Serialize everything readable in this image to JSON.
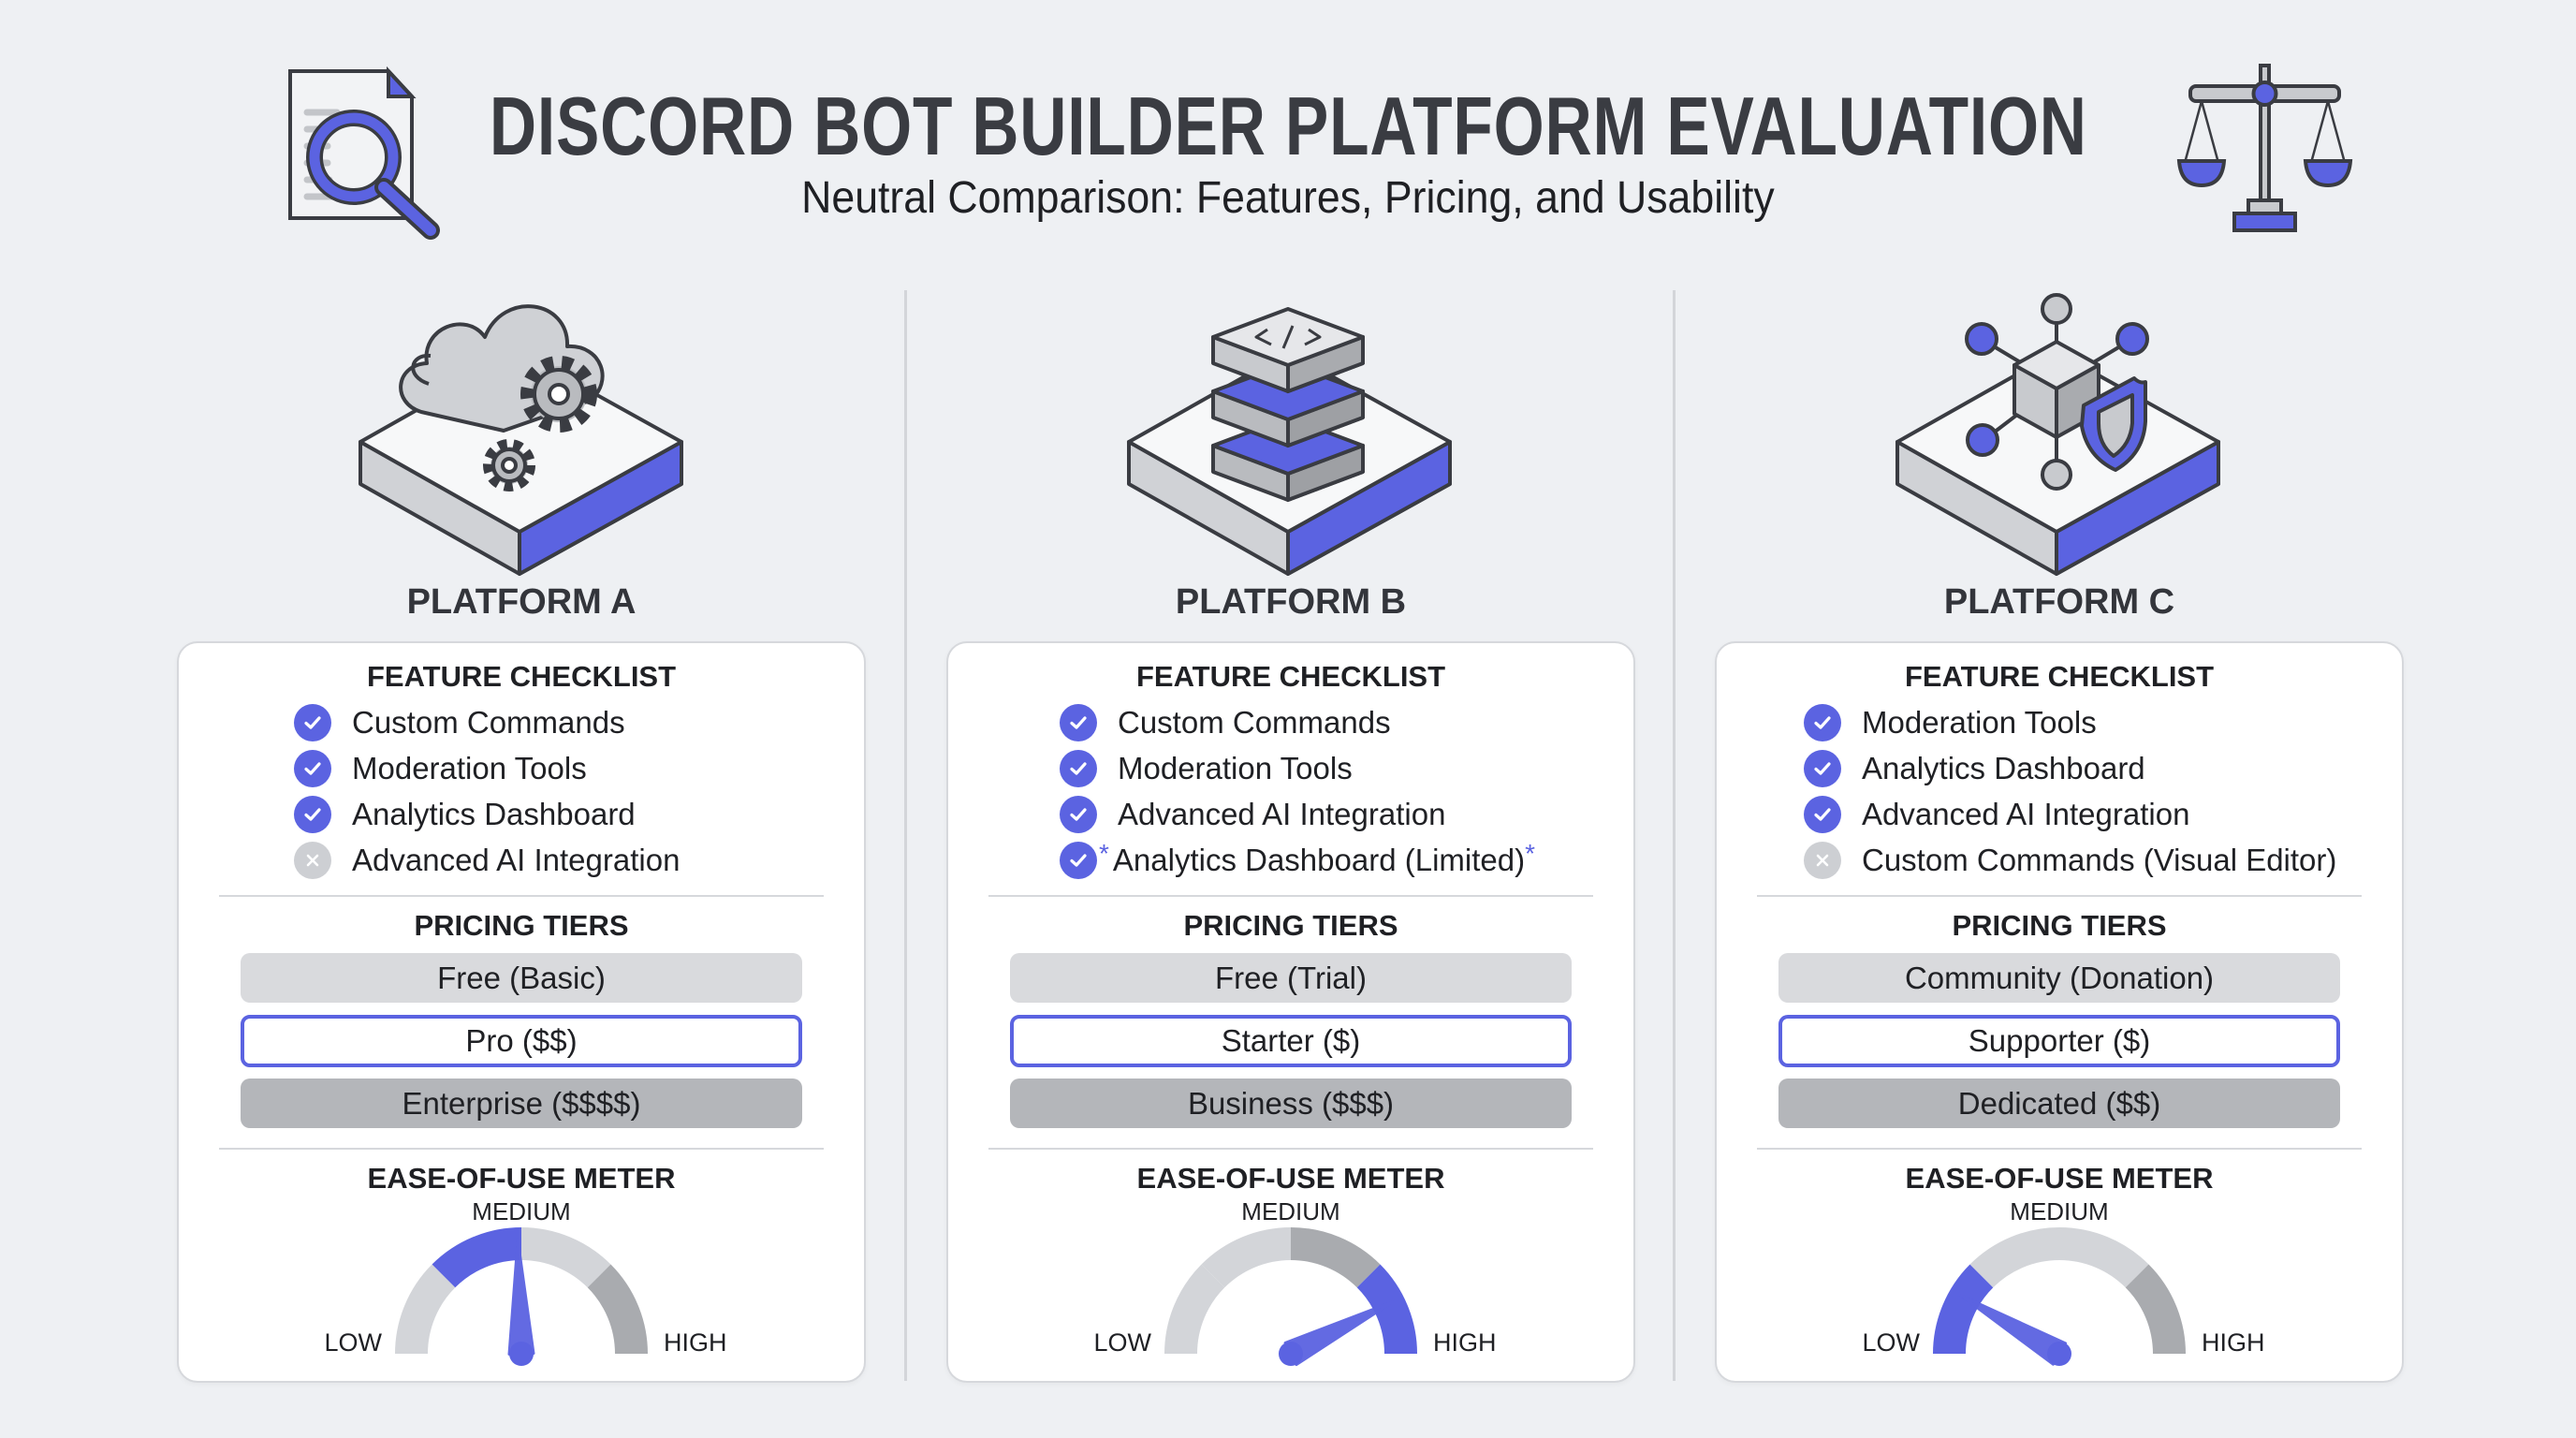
{
  "header": {
    "title": "DISCORD BOT BUILDER PLATFORM EVALUATION",
    "subtitle": "Neutral Comparison: Features, Pricing, and Usability",
    "left_icon": "document-search-icon",
    "right_icon": "balance-scale-icon"
  },
  "colors": {
    "accent": "#5b63e1",
    "light": "#d3d5d9",
    "dark": "#a9abaf",
    "text": "#1f2024"
  },
  "labels": {
    "feature_checklist": "FEATURE CHECKLIST",
    "pricing_tiers": "PRICING TIERS",
    "ease_meter": "EASE-OF-USE METER",
    "medium": "MEDIUM",
    "low": "LOW",
    "high": "HIGH"
  },
  "platforms": [
    {
      "name": "PLATFORM A",
      "illustration": "cloud-gears-icon",
      "features": [
        {
          "label": "Custom Commands",
          "included": true
        },
        {
          "label": "Moderation Tools",
          "included": true
        },
        {
          "label": "Analytics Dashboard",
          "included": true
        },
        {
          "label": "Advanced AI Integration",
          "included": false
        }
      ],
      "tiers": [
        "Free (Basic)",
        "Pro ($$)",
        "Enterprise ($$$$)"
      ],
      "highlighted_tier": 1,
      "ease": {
        "value": 0.49,
        "segments": [
          "light",
          "accent",
          "light",
          "dark"
        ]
      }
    },
    {
      "name": "PLATFORM B",
      "illustration": "code-server-stack-icon",
      "features": [
        {
          "label": "Custom Commands",
          "included": true
        },
        {
          "label": "Moderation Tools",
          "included": true
        },
        {
          "label": "Advanced AI Integration",
          "included": true
        },
        {
          "label": "Analytics Dashboard (Limited)",
          "included": true,
          "note": "*"
        }
      ],
      "tiers": [
        "Free (Trial)",
        "Starter ($)",
        "Business ($$$)"
      ],
      "highlighted_tier": 1,
      "ease": {
        "value": 0.85,
        "segments": [
          "light",
          "light",
          "dark",
          "accent"
        ]
      }
    },
    {
      "name": "PLATFORM C",
      "illustration": "network-shield-icon",
      "features": [
        {
          "label": "Moderation Tools",
          "included": true
        },
        {
          "label": "Analytics Dashboard",
          "included": true
        },
        {
          "label": "Advanced AI Integration",
          "included": true
        },
        {
          "label": "Custom Commands (Visual Editor)",
          "included": false
        }
      ],
      "tiers": [
        "Community (Donation)",
        "Supporter ($)",
        "Dedicated ($$)"
      ],
      "highlighted_tier": 1,
      "ease": {
        "value": 0.17,
        "segments": [
          "accent",
          "light",
          "light",
          "dark"
        ]
      }
    }
  ]
}
